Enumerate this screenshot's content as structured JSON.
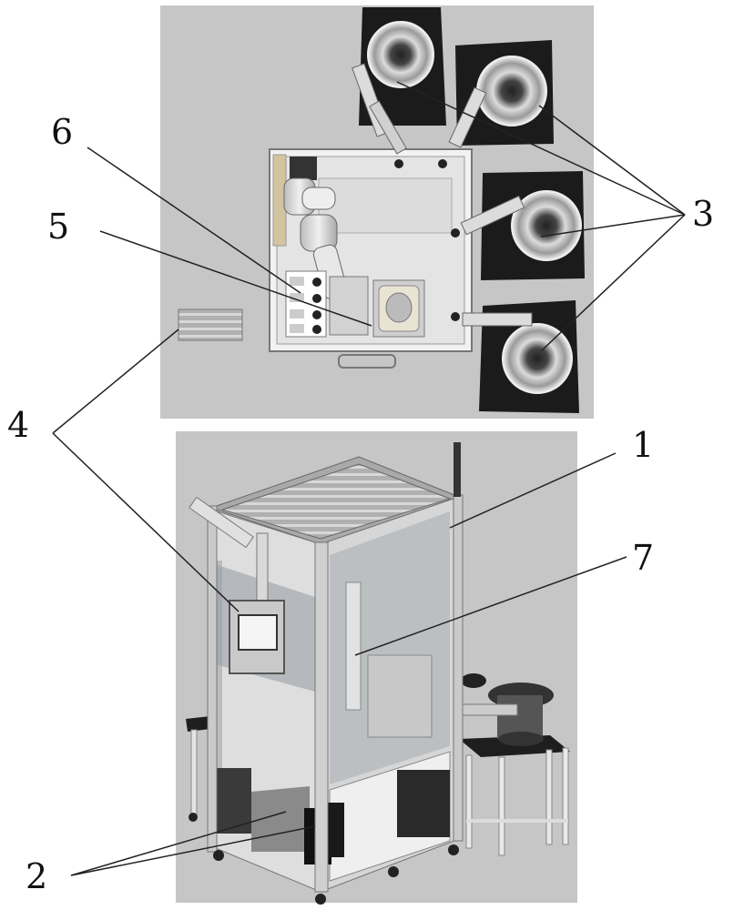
{
  "labels": {
    "l1": "1",
    "l2": "2",
    "l3": "3",
    "l4": "4",
    "l5": "5",
    "l6": "6",
    "l7": "7"
  },
  "colors": {
    "panel_bg": "#c6c6c6",
    "frame": "#8e8e8e",
    "dark": "#1e1e1e",
    "light": "#e6e6e6",
    "leader": "#222222"
  }
}
